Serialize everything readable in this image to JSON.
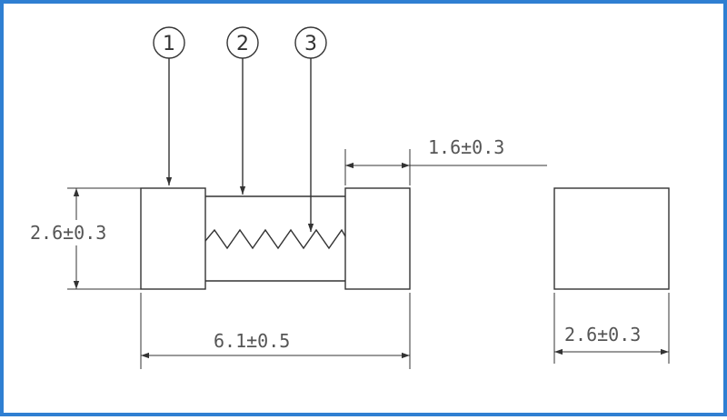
{
  "frame": {
    "border_color": "#2f7fd2"
  },
  "callouts": [
    {
      "label": "1"
    },
    {
      "label": "2"
    },
    {
      "label": "3"
    }
  ],
  "dimensions": {
    "cap_length": "1.6±0.3",
    "height": "2.6±0.3",
    "overall_length": "6.1±0.5",
    "end_width": "2.6±0.3"
  },
  "colors": {
    "lines": "#333333",
    "text": "#555555"
  }
}
